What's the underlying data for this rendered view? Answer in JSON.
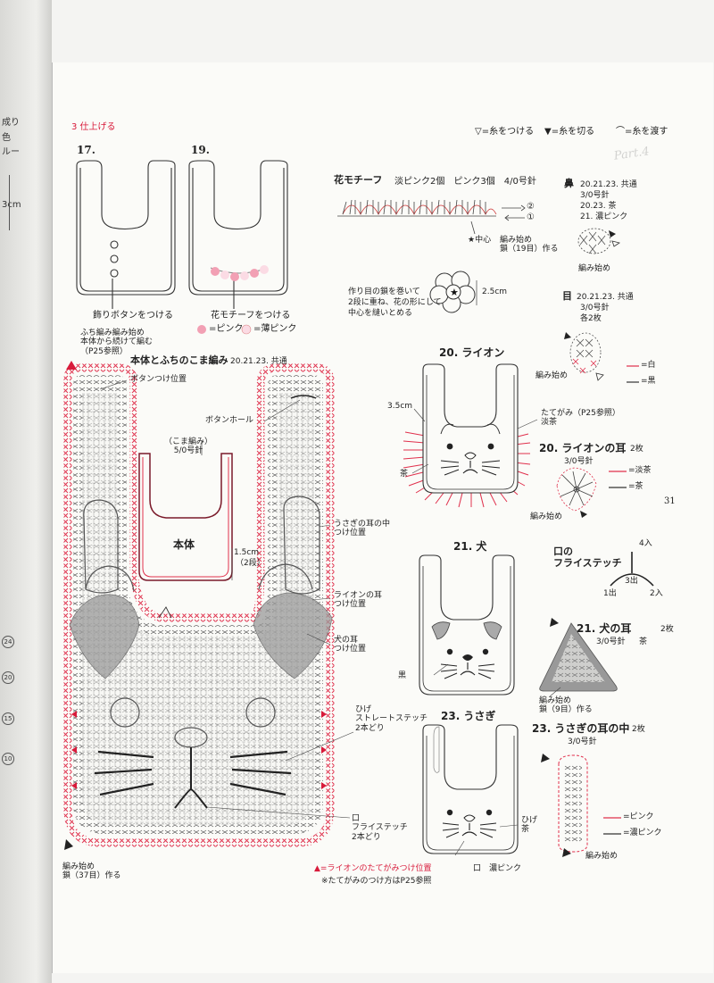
{
  "left_strip": {
    "labels": [
      "成り",
      "色",
      "ルー",
      "3cm"
    ],
    "circled": [
      "24",
      "20",
      "15",
      "10"
    ]
  },
  "header": {
    "section": "3 仕上げる",
    "legend": {
      "attach_symbol": "▽",
      "attach": "=糸をつける",
      "cut_symbol": "▼",
      "cut": "=糸を切る",
      "pass_symbol": "⌒",
      "pass": "=糸を渡す"
    },
    "part_tab": "Part.4"
  },
  "page_number": "31",
  "bibs_top": {
    "bib17": {
      "num": "17.",
      "caption": "飾りボタンをつける"
    },
    "bib19": {
      "num": "19.",
      "caption": "花モチーフをつける",
      "legend_pink": "=ピンク",
      "legend_light": "=薄ピンク"
    }
  },
  "flower": {
    "title": "花モチーフ",
    "colors": "淡ピンク2個　ピンク3個　4/0号針",
    "row2": "②",
    "row1": "①",
    "center": "★中心",
    "chain": "編み始め\n鎖（19目）作る",
    "instructions": [
      "作り目の鎖を巻いて",
      "2段に重ね、花の形にして",
      "中心を縫いとめる"
    ],
    "size": "2.5cm"
  },
  "nose": {
    "title": "鼻",
    "common": "20.21.23. 共通",
    "hook": "3/0号針",
    "color1": "20.23.  茶",
    "color2": "21.  濃ピンク",
    "start": "編み始め"
  },
  "eye": {
    "title": "目",
    "common": "20.21.23. 共通",
    "hook": "3/0号針",
    "count": "各2枚",
    "start": "編み始め",
    "white": "=白",
    "black": "=黒"
  },
  "main_chart": {
    "edge_start": "ふち編み編み始め\n本体から続けて編む\n（P25参照）",
    "title": "本体とふちのこま編み",
    "title_note": "20.21.23. 共通",
    "button_pos": "ボタンつけ位置",
    "buttonhole": "ボタンホール",
    "sc_note": "（こま編み）\n5/0号針",
    "body_label": "本体",
    "rows_size": "1.5cm",
    "rows": "（2段）",
    "rabbit_inner": "うさぎの耳の中\nつけ位置",
    "lion_ear": "ライオンの耳\nつけ位置",
    "dog_ear": "犬の耳\nつけ位置",
    "whisker": "ひげ\nストレートステッチ\n2本どり",
    "mouth": "口\nフライステッチ\n2本どり",
    "start": "編み始め\n鎖（37目）作る",
    "mane_legend": "▲=ライオンのたてがみつけ位置",
    "mane_note": "※たてがみのつけ方はP25参照"
  },
  "lion": {
    "title": "20. ライオン",
    "size": "3.5cm",
    "mane": "たてがみ（P25参照）\n淡茶",
    "brown": "茶"
  },
  "lion_ear": {
    "title": "20. ライオンの耳",
    "count": "2枚",
    "hook": "3/0号針",
    "light_brown": "=淡茶",
    "brown": "=茶",
    "start": "編み始め"
  },
  "mouth_stitch": {
    "title": "口の\nフライステッチ",
    "in4": "4入",
    "out3": "3出",
    "out1": "1出",
    "in2": "2入"
  },
  "dog": {
    "title": "21. 犬",
    "black": "黒"
  },
  "dog_ear": {
    "title": "21. 犬の耳",
    "count": "2枚",
    "hook": "3/0号針",
    "color": "茶",
    "start": "編み始め\n鎖（9目）作る"
  },
  "rabbit": {
    "title": "23. うさぎ",
    "whisker": "ひげ\n茶",
    "mouth": "口",
    "mouth_color": "濃ピンク"
  },
  "rabbit_inner": {
    "title": "23. うさぎの耳の中",
    "count": "2枚",
    "hook": "3/0号針",
    "pink": "=ピンク",
    "dark_pink": "=濃ピンク",
    "start": "編み始め"
  }
}
